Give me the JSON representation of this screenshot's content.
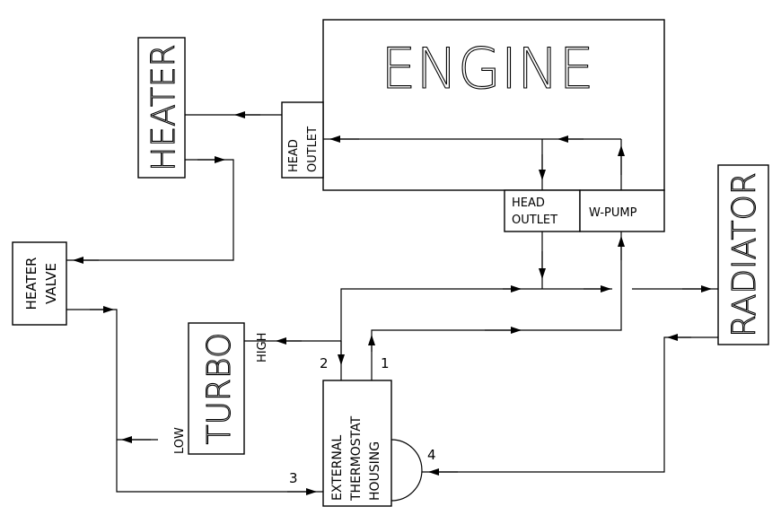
{
  "components": {
    "engine": "ENGINE",
    "heater": "HEATER",
    "heater_valve": [
      "HEATER",
      "VALVE"
    ],
    "turbo": "TURBO",
    "radiator": "RADIATOR",
    "head_outlet_left": [
      "HEAD",
      "OUTLET"
    ],
    "head_outlet_bottom": [
      "HEAD",
      "OUTLET"
    ],
    "water_pump": "W-PUMP",
    "thermostat": [
      "EXTERNAL",
      "THERMOSTAT",
      "HOUSING"
    ]
  },
  "labels": {
    "high": "HIGH",
    "low": "LOW"
  },
  "ports": {
    "p1": "1",
    "p2": "2",
    "p3": "3",
    "p4": "4"
  }
}
